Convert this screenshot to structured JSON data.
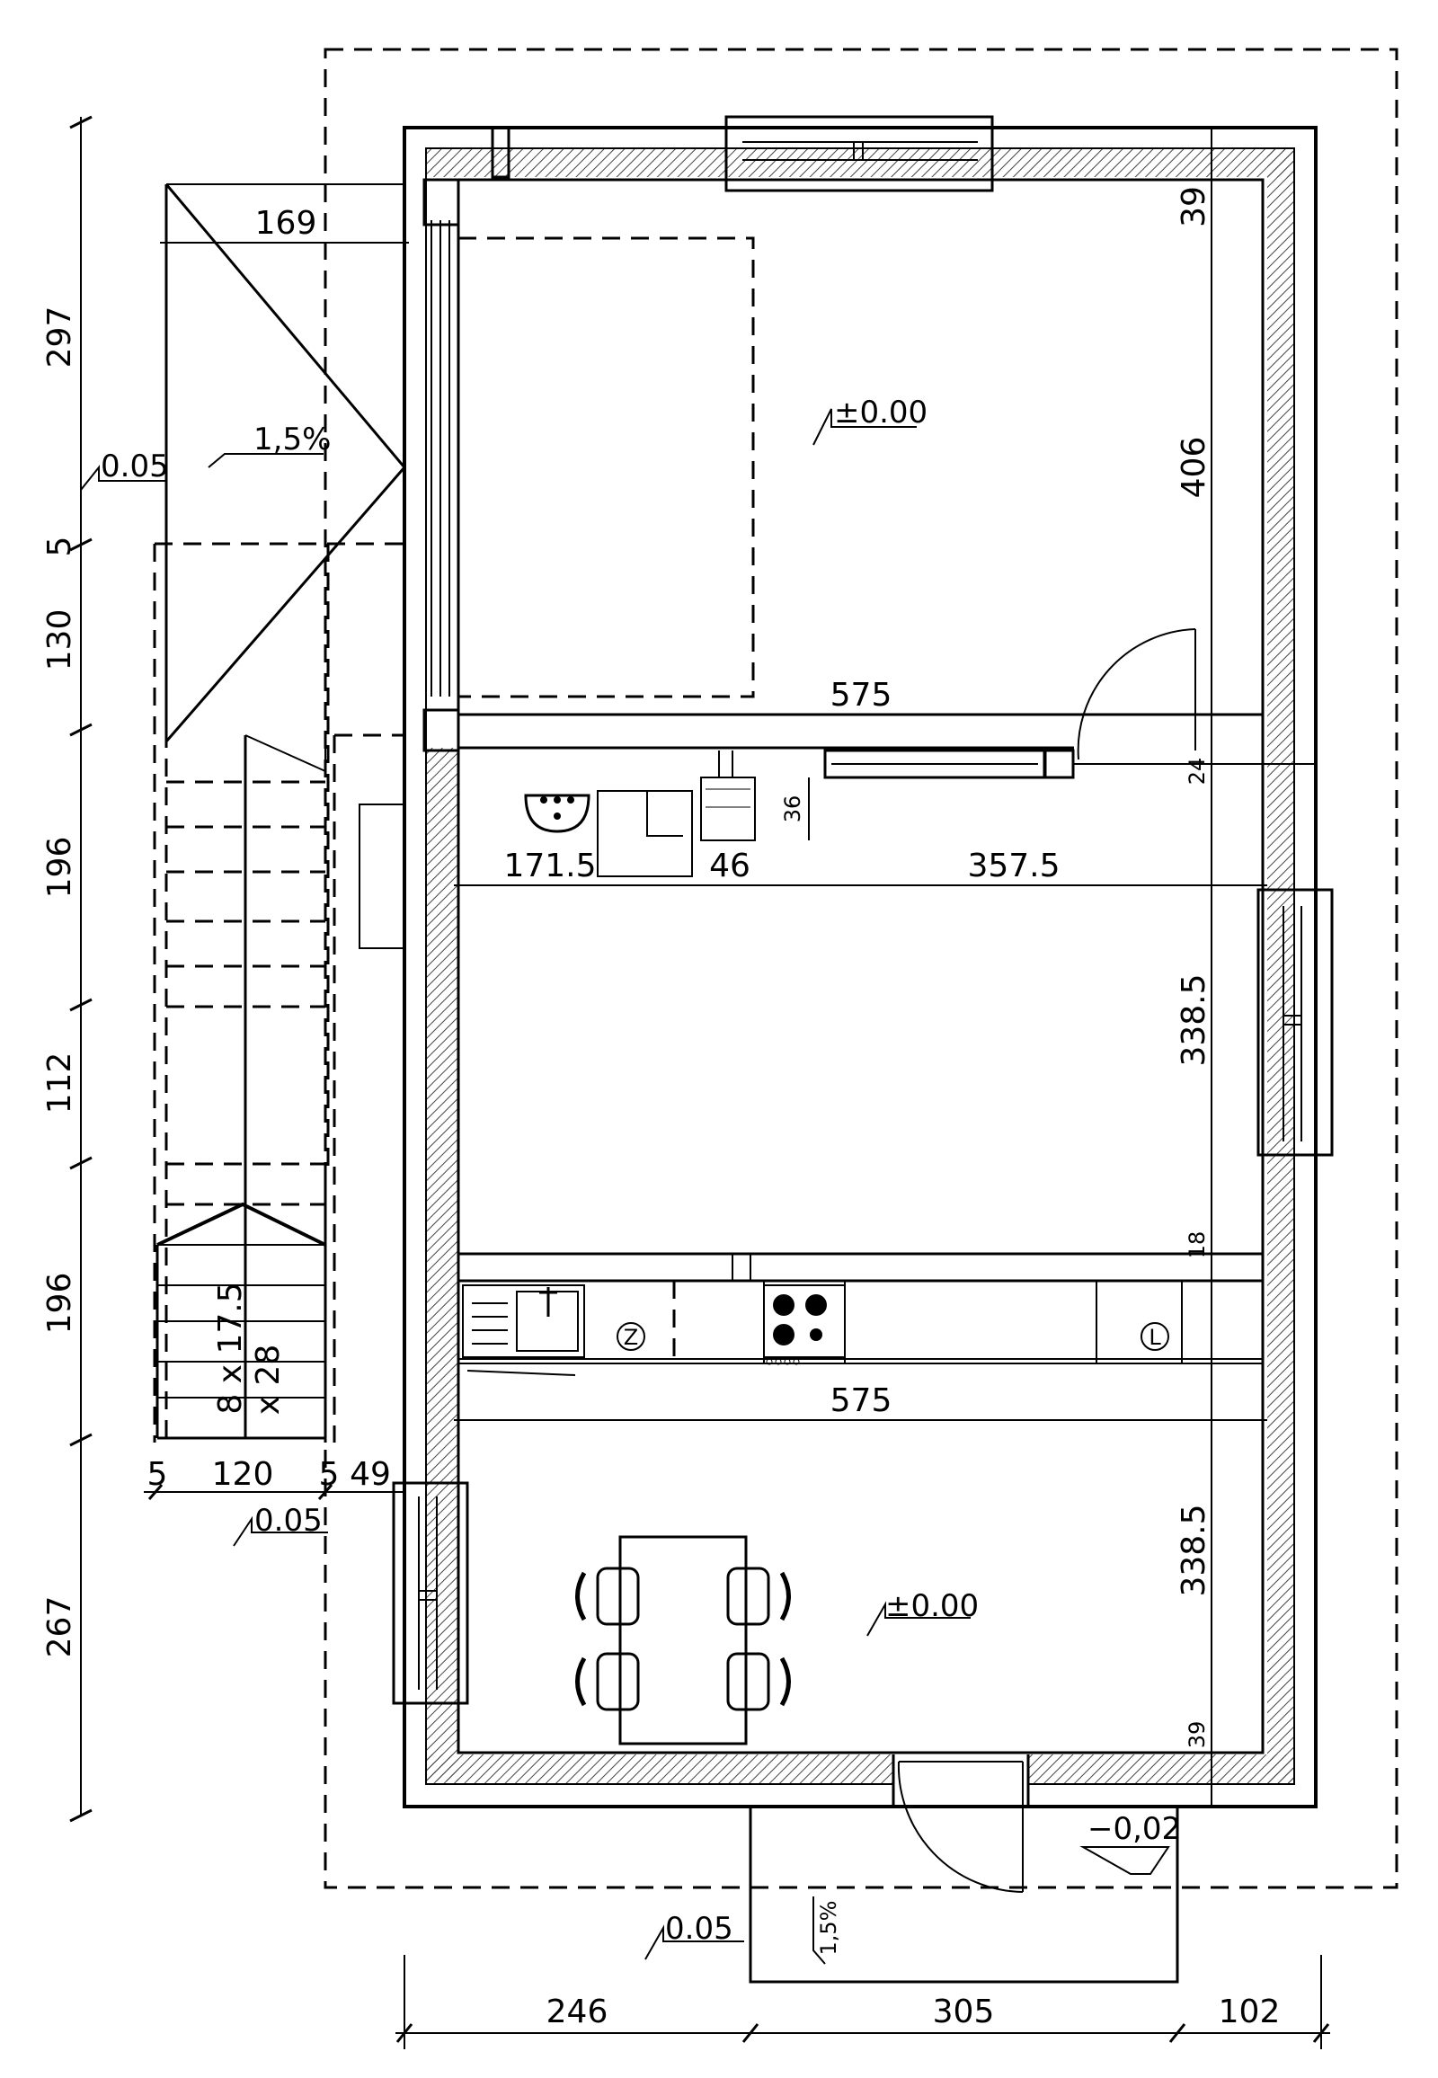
{
  "dimensions": {
    "left_vertical": [
      "297",
      "5",
      "130",
      "196",
      "112",
      "196",
      "267"
    ],
    "bottom": [
      "246",
      "305",
      "102"
    ],
    "stairs_width": [
      "5",
      "120",
      "5",
      "49"
    ],
    "terrace_offset": "169",
    "room_top_height": "406",
    "room_top_margin": "39",
    "room_top_width": "575",
    "partition_1": "24",
    "sink_offset": "171.5",
    "duct_width": "46",
    "room_mid_width": "357.5",
    "duct_depth": "36",
    "room_mid_height": "338.5",
    "partition_2": "18",
    "kitchen_width": "575",
    "room_bottom_height": "338.5",
    "room_bottom_margin": "39"
  },
  "levels": {
    "room_top": "±0.00",
    "room_bottom": "±0.00",
    "terrace_top": "0.05",
    "terrace_stairs": "0.05",
    "entrance": "0.05",
    "exterior": "−0,02"
  },
  "slopes": {
    "terrace": "1,5%",
    "entrance": "1,5%"
  },
  "stairs": {
    "steps": "8 x 17.5",
    "tread": "x 28"
  },
  "appliances": {
    "fridge": "Z",
    "dishwasher": "L"
  },
  "icons": [
    "sink-icon",
    "washbasin-icon",
    "cooktop-icon",
    "chair-icon",
    "door-swing-icon",
    "level-marker-icon"
  ]
}
